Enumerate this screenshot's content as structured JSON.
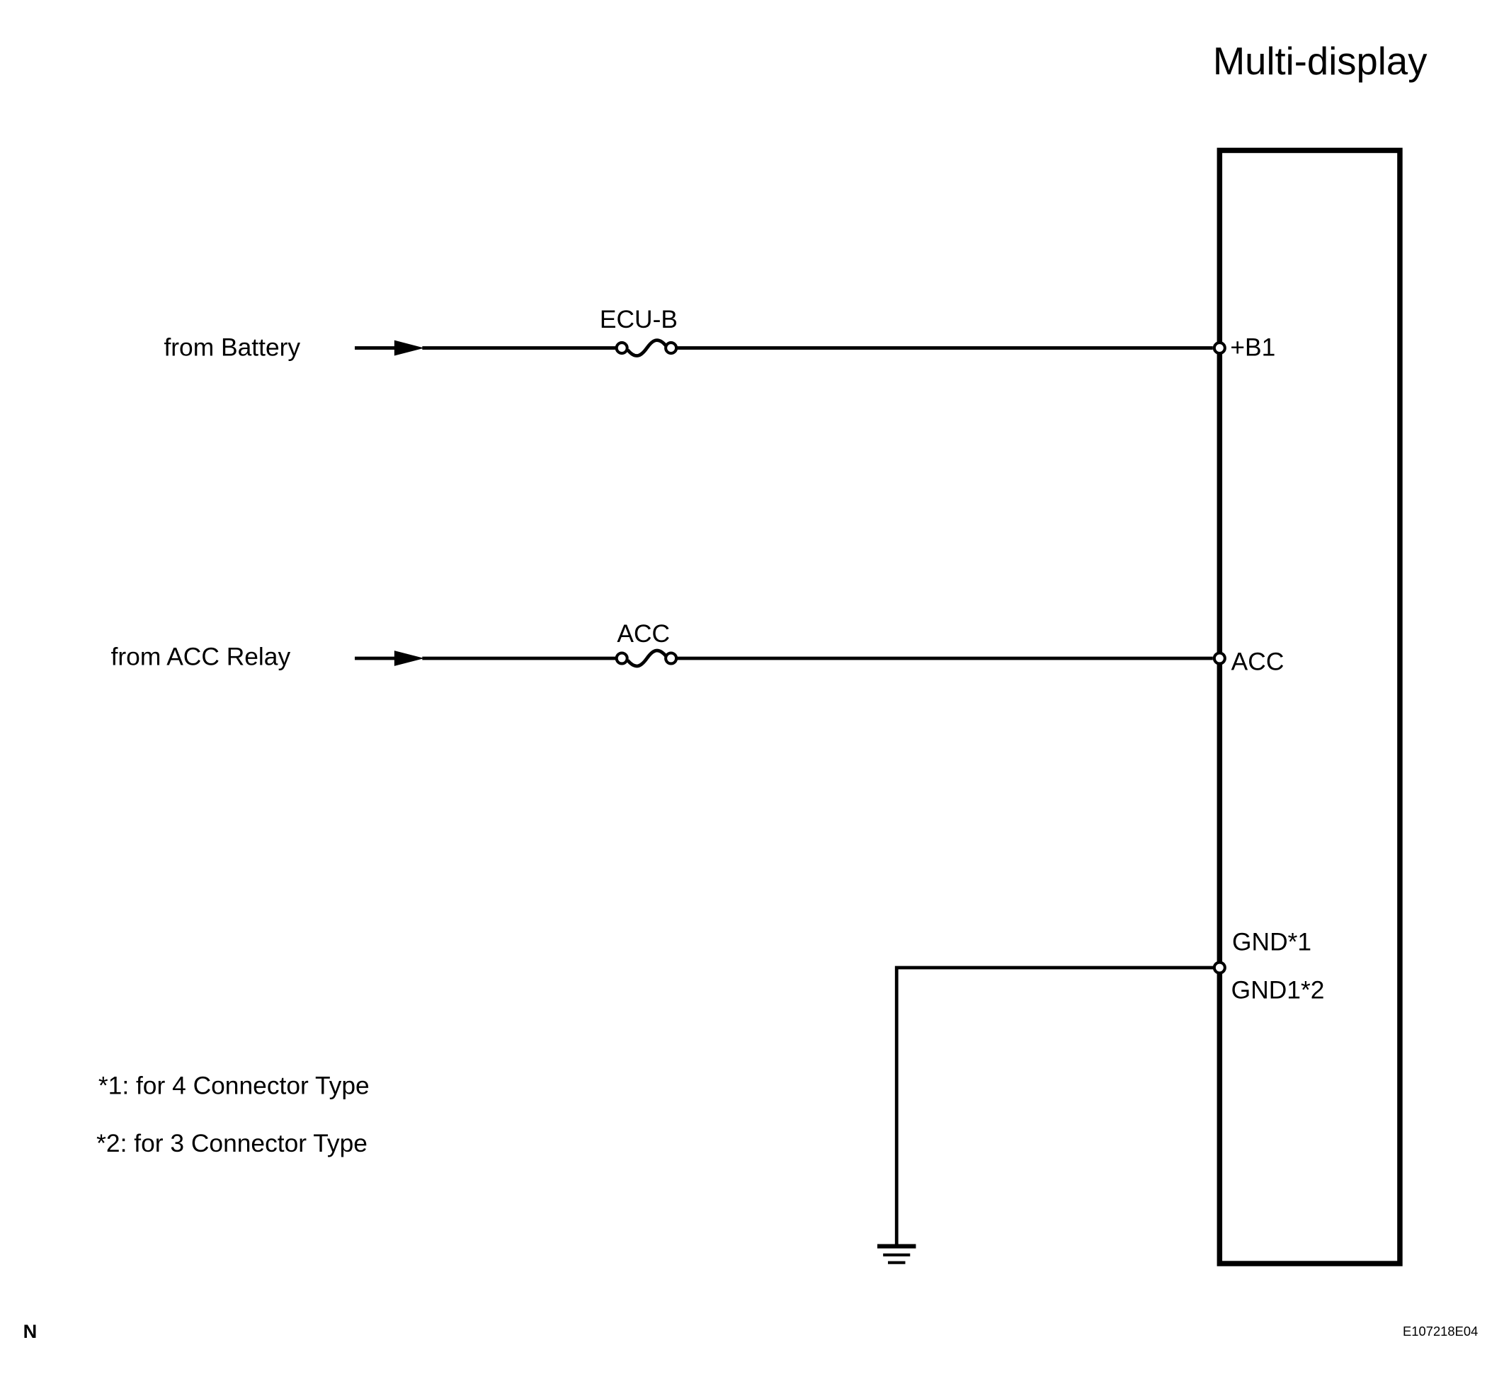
{
  "component": {
    "name": "Multi-display"
  },
  "terminals": {
    "b1": "+B1",
    "acc": "ACC",
    "gnd_line1": "GND*1",
    "gnd_line2": "GND1*2"
  },
  "inputs": [
    {
      "source": "from Battery",
      "fuse": "ECU-B"
    },
    {
      "source": "from ACC Relay",
      "fuse": "ACC"
    }
  ],
  "notes": [
    "*1: for 4 Connector Type",
    "*2: for 3 Connector Type"
  ],
  "corner_mark": "N",
  "figure_id": "E107218E04",
  "icons": [
    "arrow-icon",
    "fuse-icon",
    "ground-icon",
    "terminal-icon"
  ]
}
